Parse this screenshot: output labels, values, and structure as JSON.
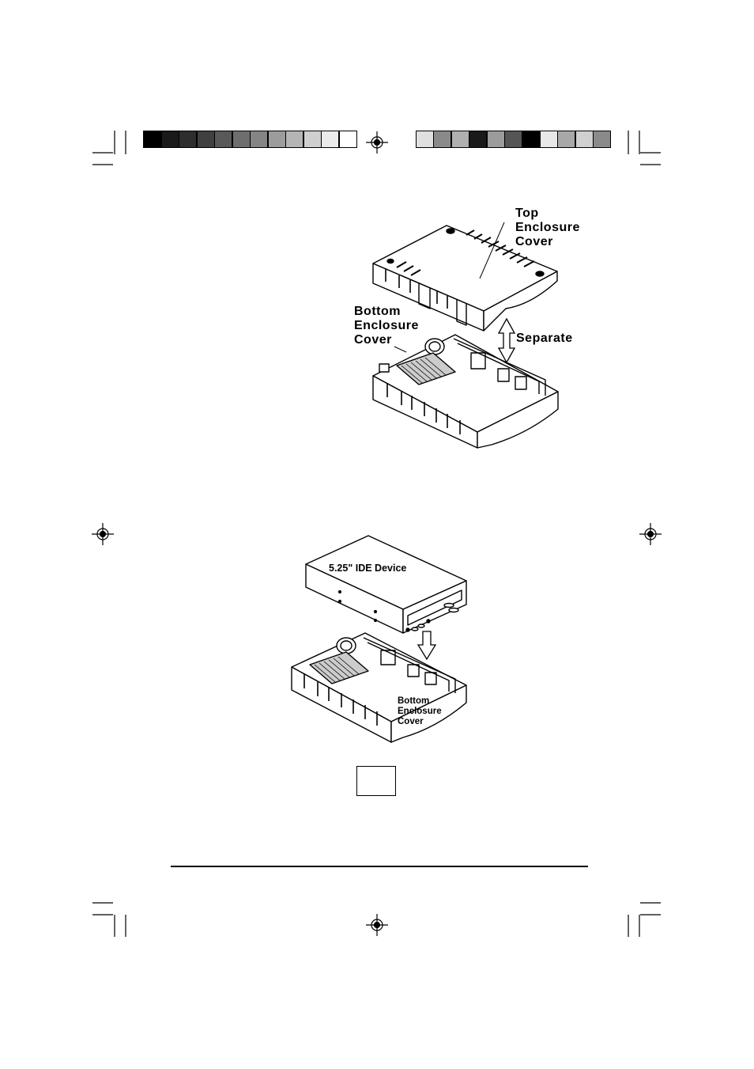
{
  "calibration_bar": {
    "left_swatches": [
      "#000000",
      "#1a1a1a",
      "#2e2e2e",
      "#404040",
      "#595959",
      "#6e6e6e",
      "#858585",
      "#9c9c9c",
      "#b5b5b5",
      "#cfcfcf",
      "#ebebeb",
      "#ffffff"
    ],
    "right_swatches": [
      "#e0e0e0",
      "#8a8a8a",
      "#b0b0b0",
      "#1a1a1a",
      "#9c9c9c",
      "#555555",
      "#000000",
      "#e8e8e8",
      "#a8a8a8",
      "#d0d0d0",
      "#8a8a8a"
    ]
  },
  "figure1": {
    "top_cover_label": [
      "Top",
      "Enclosure",
      "Cover"
    ],
    "bottom_cover_label": [
      "Bottom",
      "Enclosure",
      "Cover"
    ],
    "separate_label": "Separate"
  },
  "figure2": {
    "device_label": "5.25\" IDE Device",
    "bottom_cover_label": [
      "Bottom",
      "Enclosure",
      "Cover"
    ]
  },
  "page_number_box": ""
}
